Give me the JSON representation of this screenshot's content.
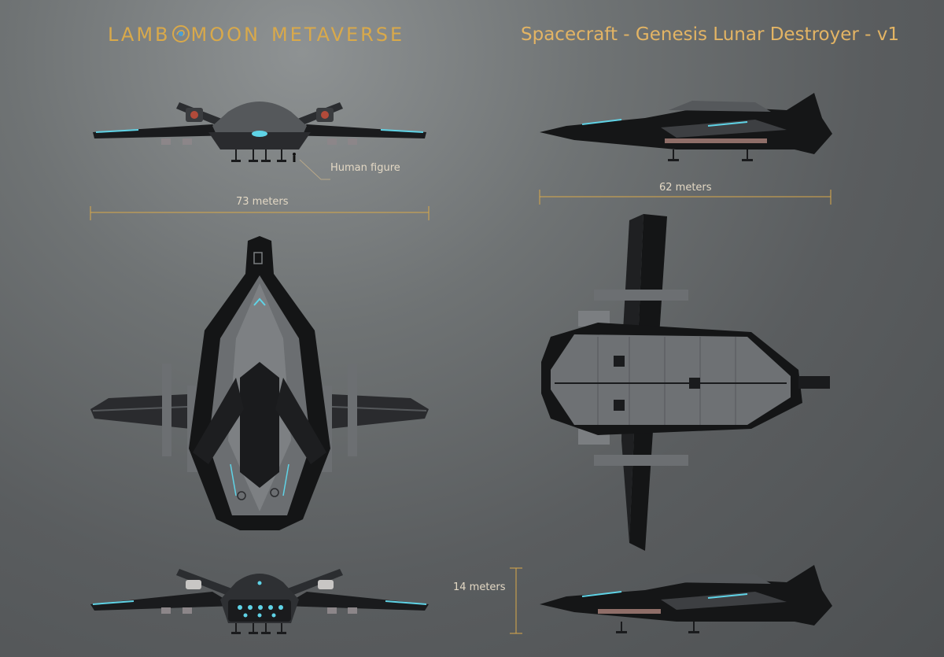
{
  "brand": {
    "prefix": "LAMB",
    "suffix": "MOON",
    "second_word": "METAVERSE"
  },
  "title": "Spacecraft - Genesis Lunar Destroyer - v1",
  "labels": {
    "human_figure": "Human figure",
    "wingspan": "73 meters",
    "length": "62 meters",
    "height": "14 meters"
  },
  "colors": {
    "accent": "#d9a94a",
    "glow": "#5fd3e6",
    "hull": "#1c1d1f",
    "panel": "#7b7e81"
  }
}
